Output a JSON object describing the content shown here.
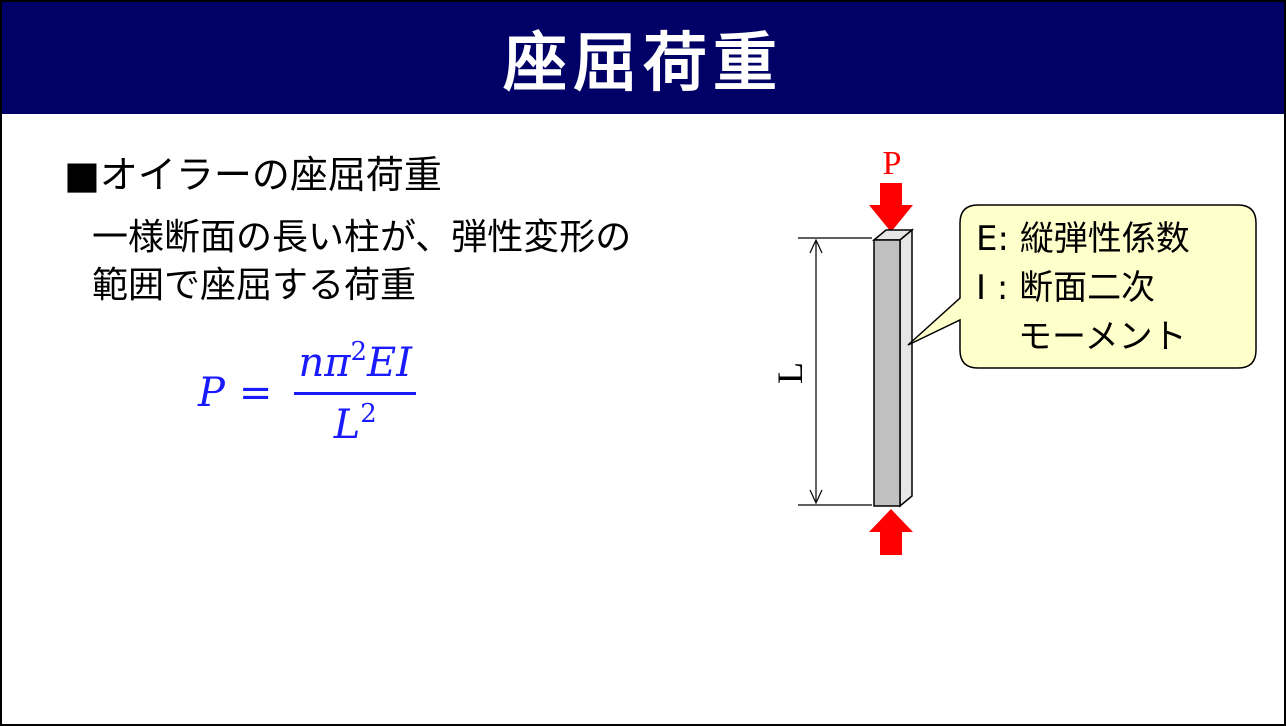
{
  "title": "座屈荷重",
  "section": {
    "heading": "■オイラーの座屈荷重",
    "description_lines": [
      "一様断面の長い柱が、弾性変形の",
      "範囲で座屈する荷重"
    ]
  },
  "formula": {
    "lhs": "P",
    "equals": "=",
    "numerator_main": "nπ",
    "numerator_exp": "2",
    "numerator_tail": "EI",
    "denominator_main": "L",
    "denominator_exp": "2"
  },
  "diagram": {
    "load_label": "P",
    "length_label": "L",
    "callout_lines": [
      "E: 縦弾性係数",
      "I : 断面二次",
      "モーメント"
    ],
    "colors": {
      "title_bar": "#000066",
      "load_arrow": "#ff0000",
      "column_front": "#c0c0c0",
      "column_side": "#e6e6e6",
      "callout_fill": "#ffffcc",
      "formula": "#1a1aff"
    }
  }
}
